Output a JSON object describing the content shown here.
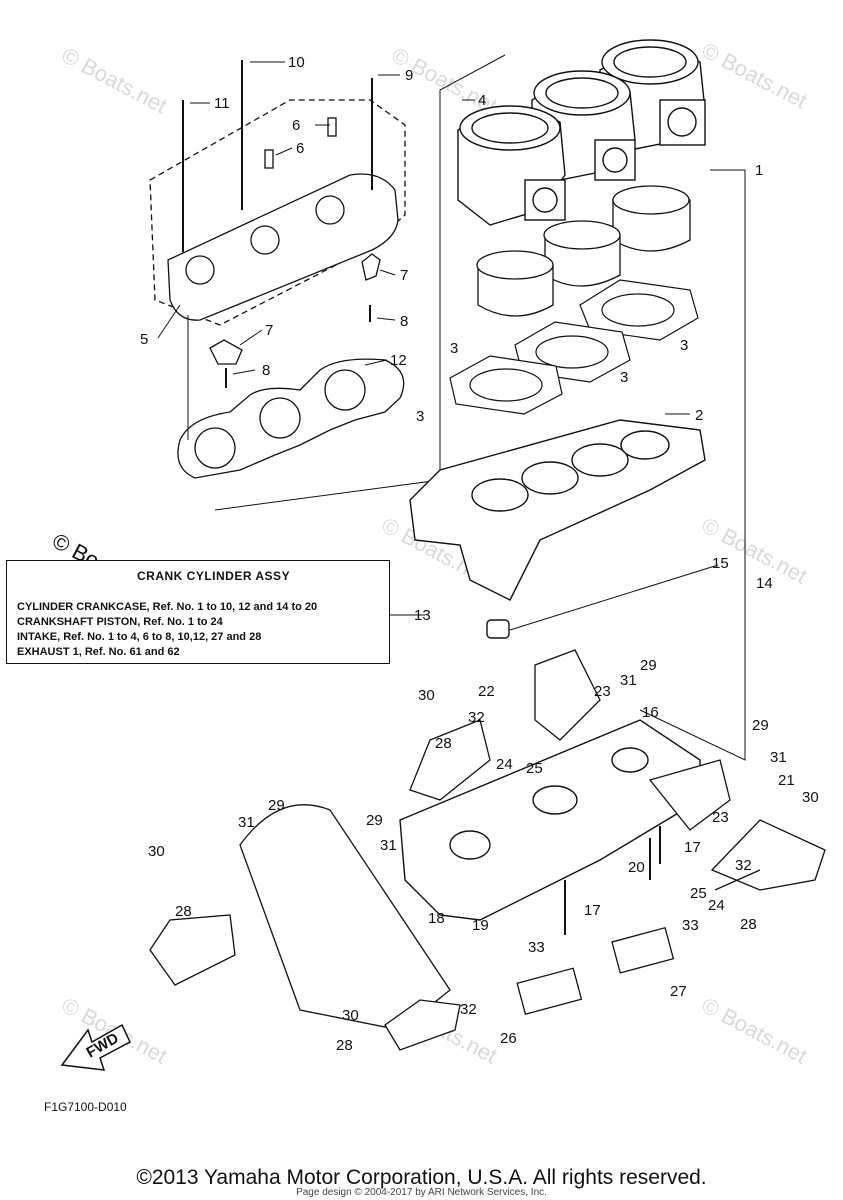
{
  "watermark": "© Boats.net",
  "corner_mark": "© Boats.net",
  "callouts": [
    "10",
    "9",
    "11",
    "4",
    "6",
    "6",
    "1",
    "7",
    "8",
    "5",
    "7",
    "8",
    "12",
    "3",
    "3",
    "3",
    "3",
    "2",
    "15",
    "14",
    "13",
    "29",
    "31",
    "22",
    "23",
    "16",
    "30",
    "32",
    "28",
    "24",
    "25",
    "29",
    "31",
    "21",
    "30",
    "29",
    "23",
    "29",
    "31",
    "31",
    "17",
    "20",
    "30",
    "32",
    "25",
    "24",
    "28",
    "28",
    "18",
    "19",
    "17",
    "33",
    "33",
    "27",
    "32",
    "30",
    "26",
    "28"
  ],
  "infobox": {
    "title": "CRANK CYLINDER ASSY",
    "lines": [
      "CYLINDER CRANKCASE,  Ref. No. 1 to 10, 12 and 14 to 20",
      "CRANKSHAFT PISTON,  Ref. No. 1 to 24",
      "INTAKE,   Ref. No. 1 to 4, 6 to 8, 10,12, 27 and 28",
      "EXHAUST 1,  Ref. No. 61 and 62"
    ]
  },
  "fwd_label": "FWD",
  "diagram_code": "F1G7100-D010",
  "copyright": "©2013 Yamaha Motor Corporation, U.S.A. All rights reserved.",
  "page_design": "Page design © 2004-2017 by ARI Network Services, Inc."
}
